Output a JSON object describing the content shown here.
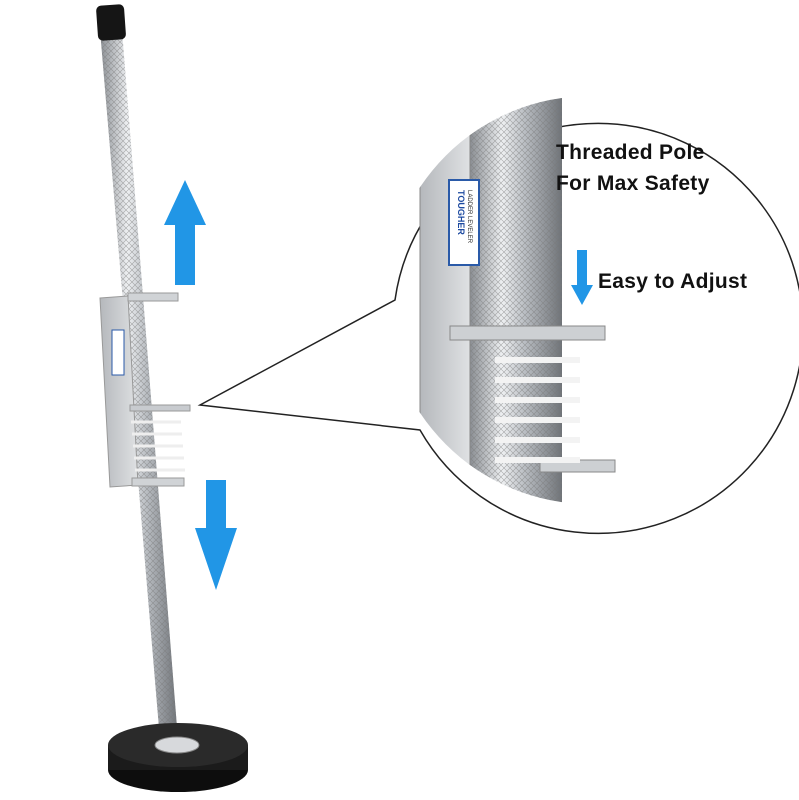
{
  "product": {
    "brand_label": "TOUGHER",
    "label_subtitle": "LADDER LEVELER"
  },
  "callout": {
    "feature_1_line_1": "Threaded Pole",
    "feature_1_line_2": "For Max Safety",
    "feature_2": "Easy to Adjust"
  },
  "colors": {
    "arrow": "#2196e6",
    "pole": "#c9ccd0",
    "base": "#1b1b1b"
  },
  "icons": [
    "arrow-up-icon",
    "arrow-down-icon"
  ]
}
